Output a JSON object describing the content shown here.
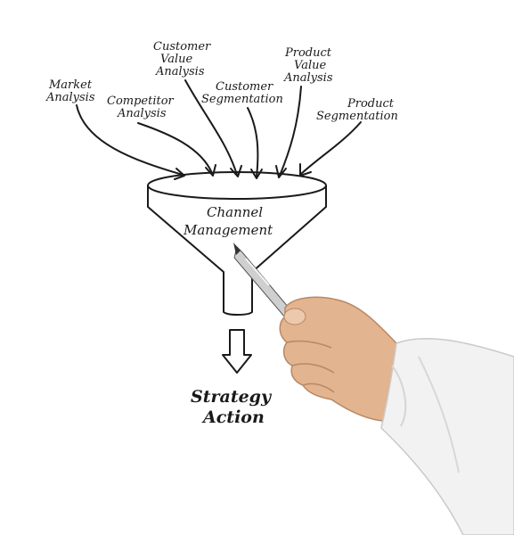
{
  "diagram": {
    "inputs": [
      {
        "line1": "Market",
        "line2": "Analysis",
        "line3": ""
      },
      {
        "line1": "Competitor",
        "line2": "Analysis",
        "line3": ""
      },
      {
        "line1": "Customer",
        "line2": "Value",
        "line3": "Analysis"
      },
      {
        "line1": "Customer",
        "line2": "Segmentation",
        "line3": ""
      },
      {
        "line1": "Product",
        "line2": "Value",
        "line3": "Analysis"
      },
      {
        "line1": "Product",
        "line2": "Segmentation",
        "line3": ""
      }
    ],
    "funnel_label": {
      "line1": "Channel",
      "line2": "Management"
    },
    "output": {
      "line1": "Strategy",
      "line2": "Action"
    }
  },
  "colors": {
    "ink": "#1a1a1a",
    "background": "#ffffff",
    "skin": "#e2b48f",
    "sleeve": "#f2f2f2",
    "pen": "#c8c8c8"
  }
}
